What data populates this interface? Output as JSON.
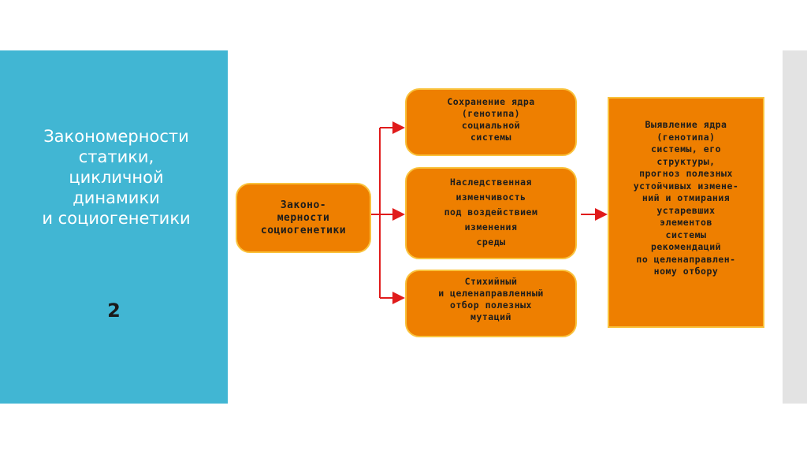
{
  "left_panel": {
    "title": "Закономерности\nстатики,\nцикличной\nдинамики\nи социогенетики",
    "slide_number": "2"
  },
  "diagram": {
    "root": "Законо-\nмерности\nсоциогенетики",
    "branch_a": "Сохранение ядра\n(генотипа)\nсоциальной\nсистемы",
    "branch_b": "Наследственная\nизменчивость\nпод воздействием\nизменения\nсреды",
    "branch_c": "Стихийный\nи целенаправленный\nотбор полезных\nмутаций",
    "result": "Выявление ядра\n(генотипа)\nсистемы, его\nструктуры,\nпрогноз полезных\nустойчивых измене-\nний и отмирания\nустаревших\nэлементов\nсистемы\nрекомендаций\nпо целенаправлен-\nному отбору"
  },
  "colors": {
    "panel": "#41b6d3",
    "box_fill": "#ee7f00",
    "box_border": "#f9c23c",
    "arrow": "#e01b1b"
  }
}
